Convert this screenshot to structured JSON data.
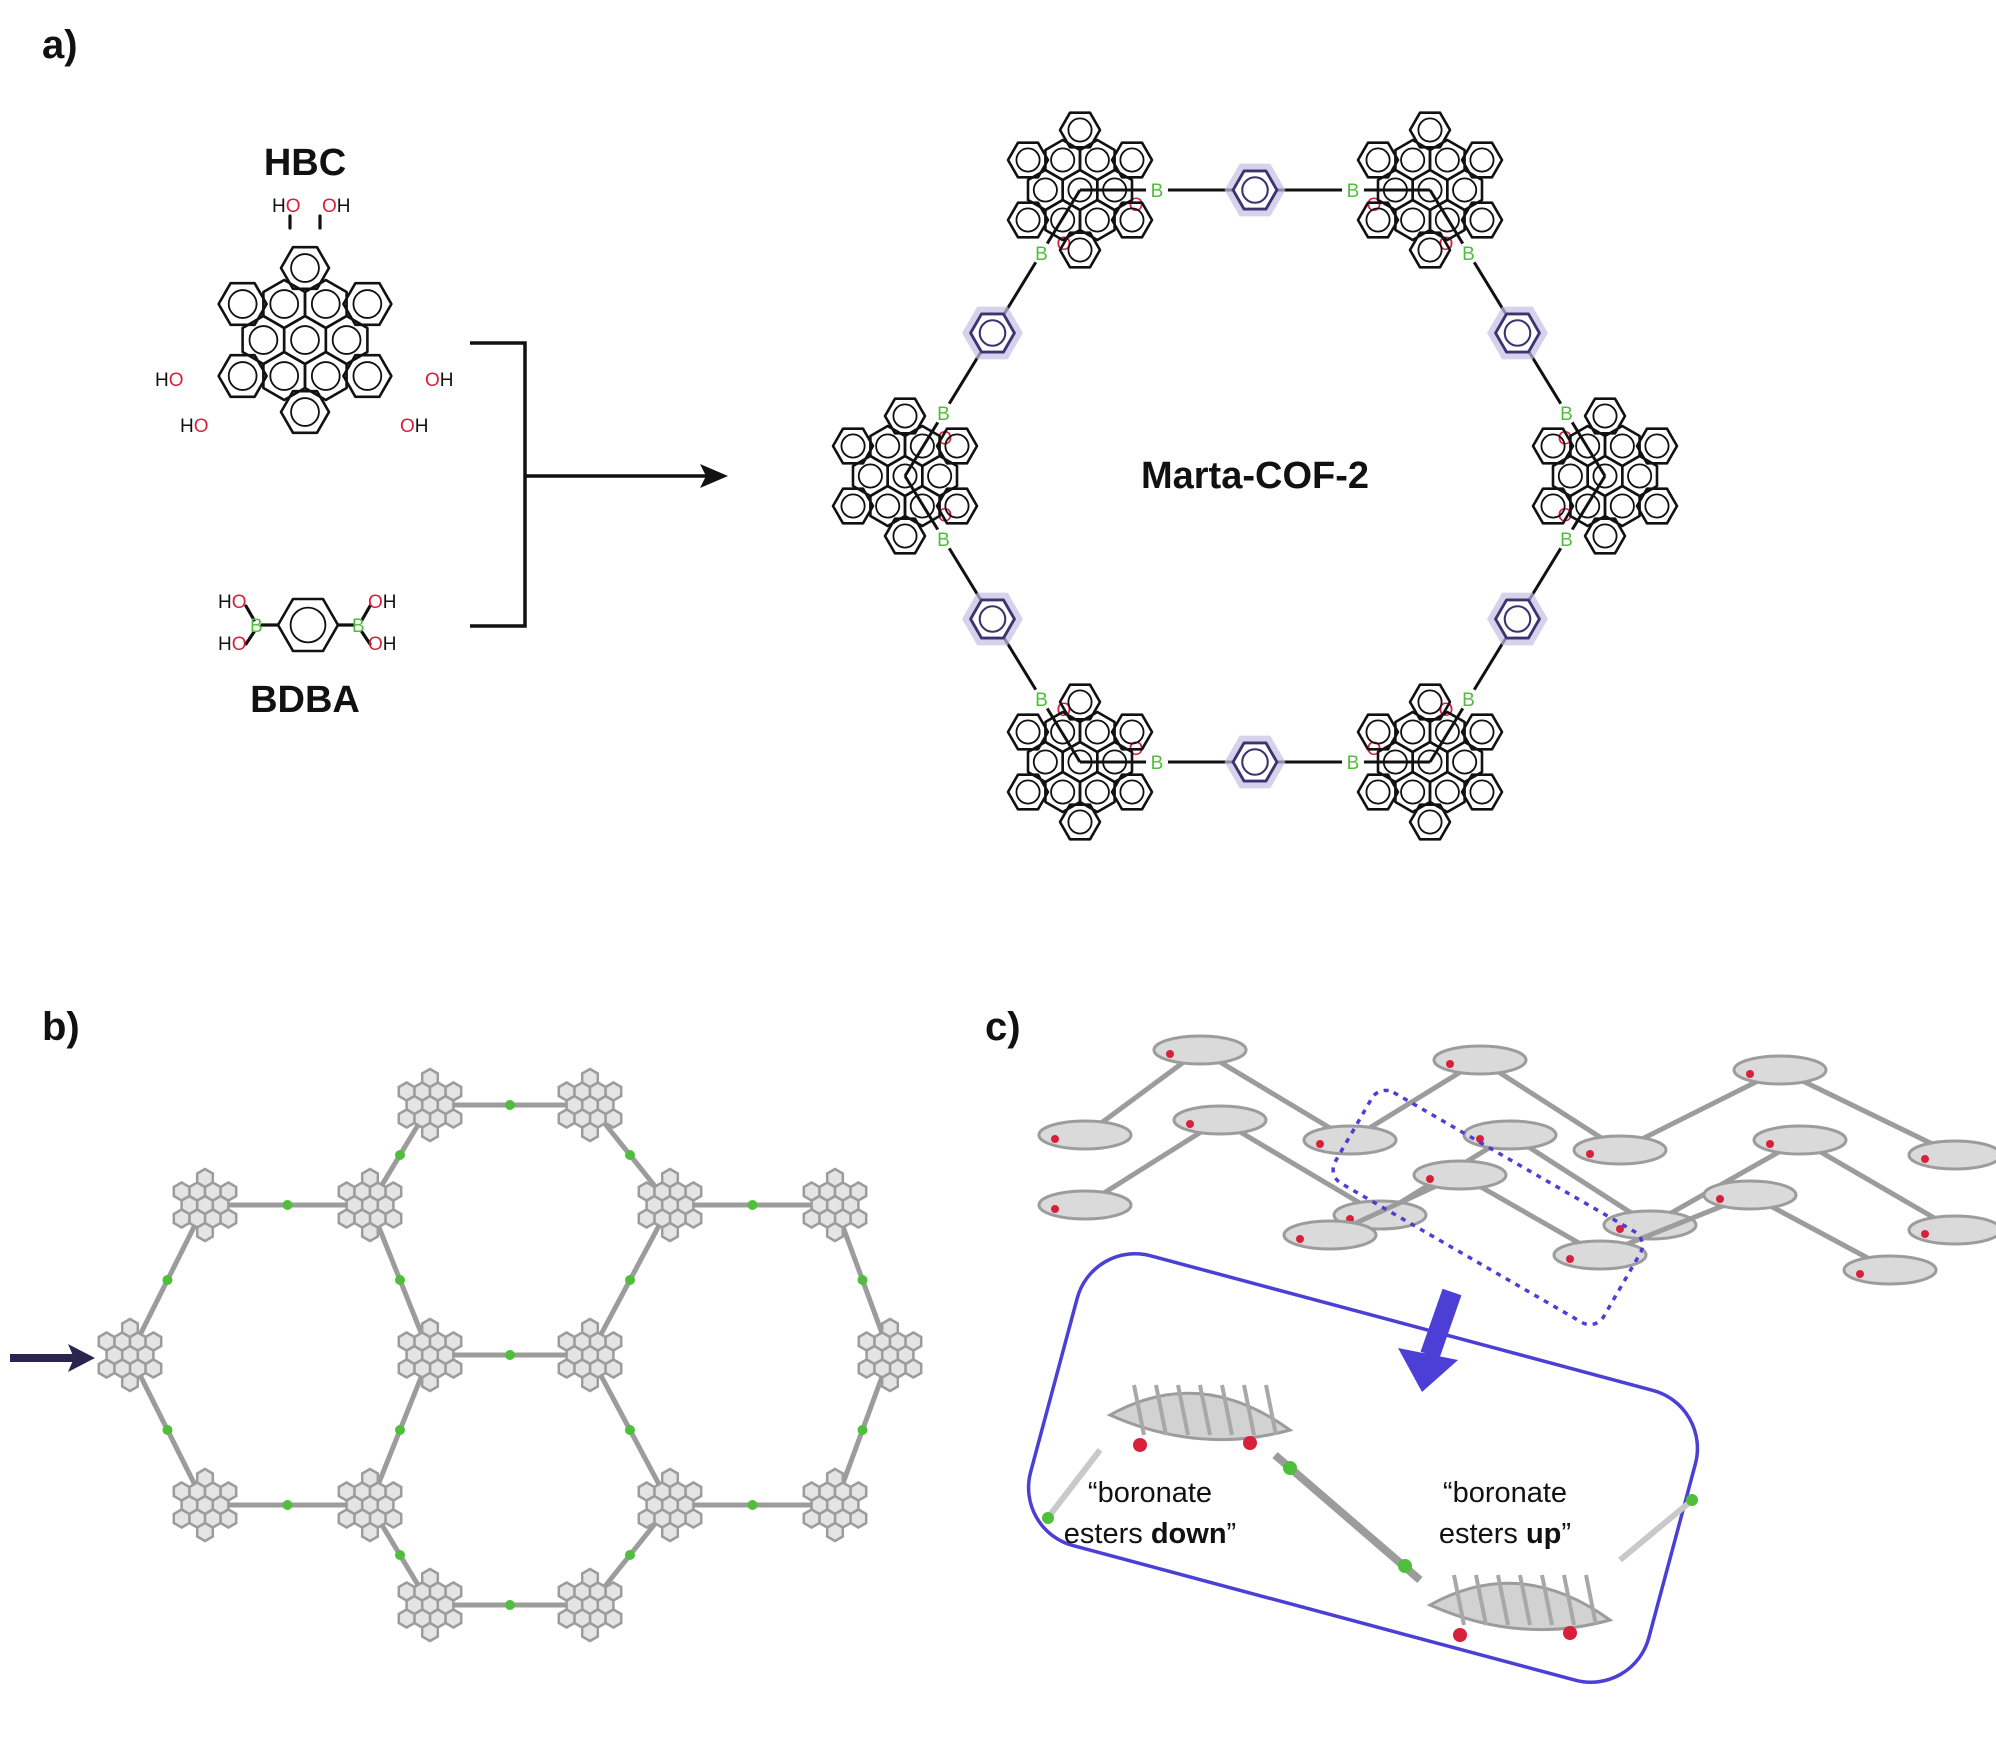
{
  "colors": {
    "bond": "#111111",
    "oxygen": "#d8203a",
    "boron": "#4fbe3a",
    "linker_highlight": "#c8bde2",
    "linker_ring": "#3a3470",
    "molecule_3d": "#9c9c9c",
    "callout": "#4b3fd6"
  },
  "panels": {
    "a": {
      "label": "a)",
      "hbc": {
        "name": "HBC",
        "substituent": "OH",
        "substituent_left_top": "HO",
        "substituent_left_bottom": "HO",
        "substituent_right_top": "OH",
        "substituent_right_bottom": "OH"
      },
      "bdba": {
        "name": "BDBA",
        "ho_label": "HO",
        "oh_label": "OH",
        "boron_label": "B",
        "o_label": "O"
      },
      "cof": {
        "name": "Marta-COF-2",
        "boron_label": "B",
        "o_label": "O"
      }
    },
    "b": {
      "label": "b)"
    },
    "c": {
      "label": "c)",
      "annotation_left": {
        "open": "“boronate",
        "plain": "esters ",
        "bold": "down",
        "close": "”"
      },
      "annotation_right": {
        "open": "“boronate",
        "plain": "esters ",
        "bold": "up",
        "close": "”"
      }
    }
  }
}
